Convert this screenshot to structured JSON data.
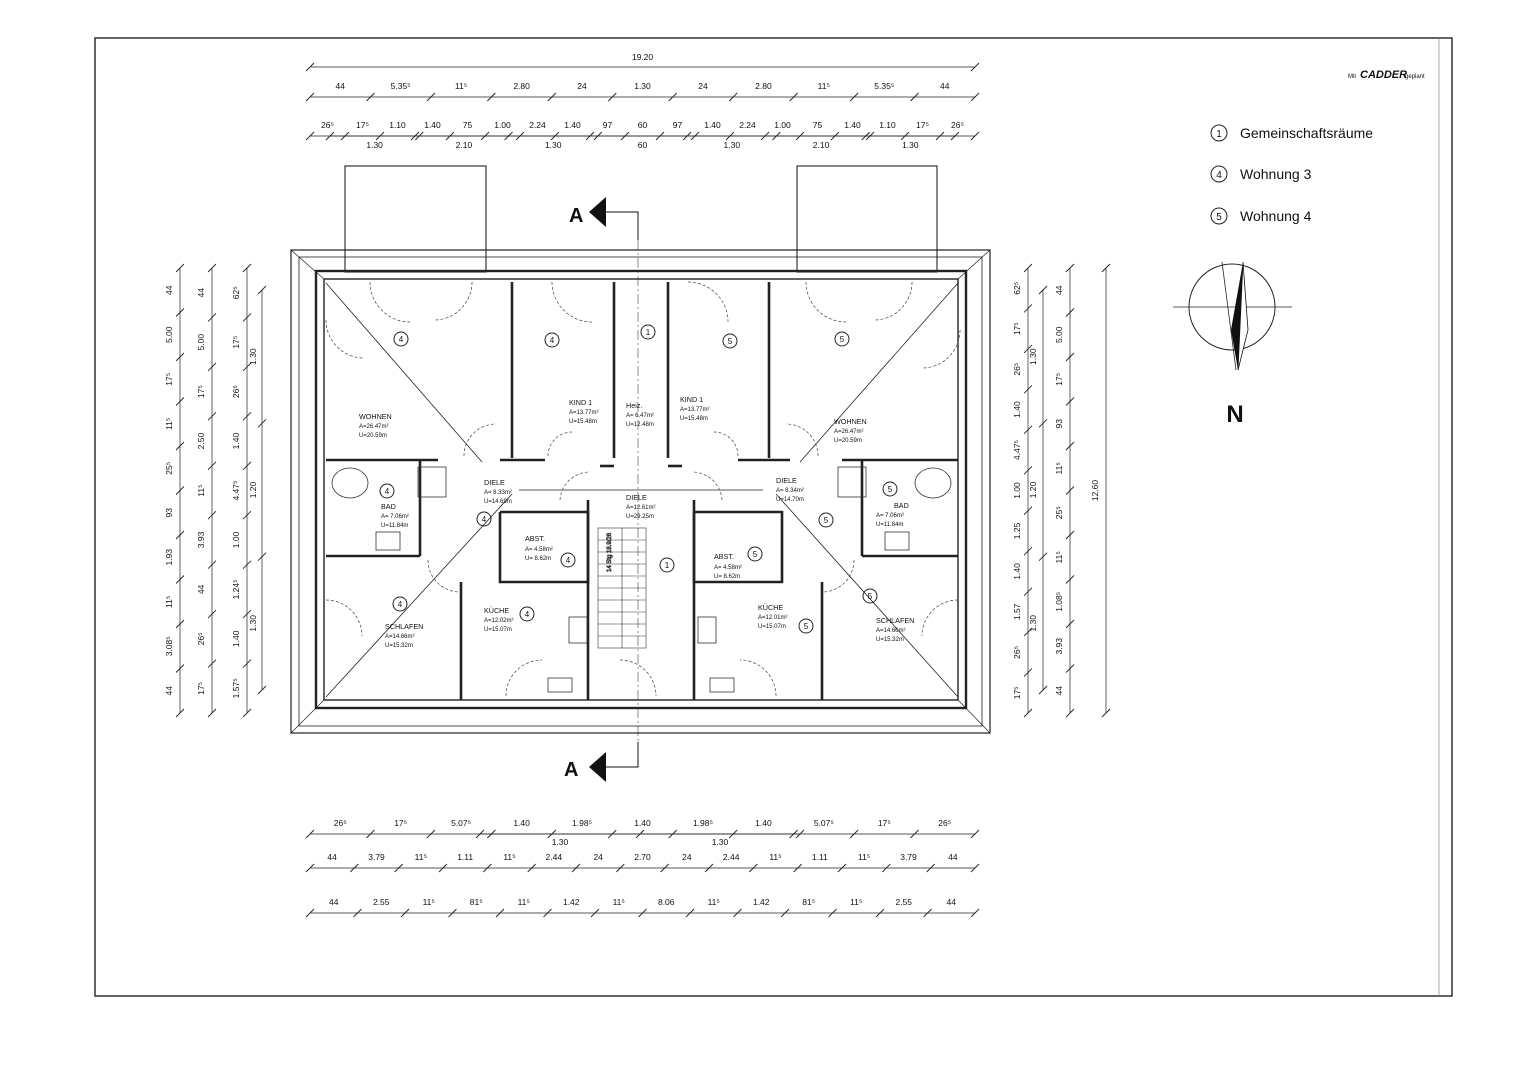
{
  "logo": {
    "prefix": "Mit",
    "brand": "CADDER",
    "suffix": "geplant"
  },
  "legend": [
    {
      "num": "1",
      "label": "Gemeinschaftsräume"
    },
    {
      "num": "4",
      "label": "Wohnung 3"
    },
    {
      "num": "5",
      "label": "Wohnung 4"
    }
  ],
  "north": "N",
  "section_label": "A",
  "top_dims": {
    "overall": "19.20",
    "row1": [
      "44",
      "5.35⁵",
      "11⁵",
      "2.80",
      "24",
      "1.30",
      "24",
      "2.80",
      "11⁵",
      "5.35⁵",
      "44"
    ],
    "row2a": [
      "26⁵",
      "17⁵",
      "1.10",
      "1.40",
      "75",
      "1.00",
      "2.24",
      "1.40",
      "97",
      "60",
      "97",
      "1.40",
      "2.24",
      "1.00",
      "75",
      "1.40",
      "1.10",
      "17⁵",
      "26⁵"
    ],
    "row2b": [
      "1.30",
      "2.10",
      "1.30",
      "60",
      "1.30",
      "2.10",
      "1.30"
    ]
  },
  "bottom_dims": {
    "row1a": [
      "26⁵",
      "17⁵",
      "5.07⁵",
      "1.40",
      "1.98⁵",
      "1.40",
      "1.98⁵",
      "1.40",
      "5.07⁵",
      "17⁵",
      "26⁵"
    ],
    "row1b": [
      "1.30",
      "1.30"
    ],
    "row2": [
      "44",
      "3.79",
      "11⁵",
      "1.11",
      "11⁵",
      "2.44",
      "24",
      "2.70",
      "24",
      "2.44",
      "11⁵",
      "1.11",
      "11⁵",
      "3.79",
      "44"
    ],
    "row3": [
      "44",
      "2.55",
      "11⁵",
      "81⁵",
      "11⁵",
      "1.42",
      "11⁵",
      "8.06",
      "11⁵",
      "1.42",
      "81⁵",
      "11⁵",
      "2.55",
      "44"
    ]
  },
  "left_dims": {
    "col1": [
      "44",
      "5.00",
      "17⁵",
      "11⁵",
      "25⁵",
      "93",
      "1.93",
      "11⁵",
      "3.08⁵",
      "44"
    ],
    "col2": [
      "44",
      "5.00",
      "17⁵",
      "2.50",
      "11⁵",
      "3.93",
      "44",
      "26⁵",
      "17⁵"
    ],
    "col3": [
      "62⁵",
      "17⁵",
      "26⁵",
      "1.40",
      "4.47⁵",
      "1.00",
      "1.24⁵",
      "1.40",
      "1.57⁵"
    ],
    "col4": [
      "1.30",
      "1.20",
      "1.30"
    ]
  },
  "right_dims": {
    "col1": [
      "62⁵",
      "17⁵",
      "26⁵",
      "1.40",
      "4.47⁵",
      "1.00",
      "1.25",
      "1.40",
      "1.57",
      "26⁵",
      "17⁵"
    ],
    "col2": [
      "1.30",
      "1.20",
      "1.30"
    ],
    "col3": [
      "44",
      "5.00",
      "17⁵",
      "93",
      "11⁵",
      "25⁵",
      "11⁵",
      "1.08⁵",
      "3.93",
      "44"
    ],
    "col4": [
      "12.60"
    ]
  },
  "rooms": {
    "wohnen_l": {
      "name": "WOHNEN",
      "a": "A=26.47m²",
      "u": "U=20.59m"
    },
    "kind_l": {
      "name": "KIND 1",
      "a": "A=13.77m²",
      "u": "U=15.48m"
    },
    "heiz": {
      "name": "Heiz.",
      "a": "A= 6.47m²",
      "u": "U=12.48m"
    },
    "kind_r": {
      "name": "KIND 1",
      "a": "A=13.77m²",
      "u": "U=15.48m"
    },
    "wohnen_r": {
      "name": "WOHNEN",
      "a": "A=26.47m²",
      "u": "U=20.59m"
    },
    "bad_l": {
      "name": "BAD",
      "a": "A= 7.06m²",
      "u": "U=11.84m"
    },
    "diele_l": {
      "name": "DIELE",
      "a": "A= 8.33m²",
      "u": "U=14.69m"
    },
    "diele_c": {
      "name": "DIELE",
      "a": "A=12.61m²",
      "u": "U=29.25m"
    },
    "diele_r": {
      "name": "DIELE",
      "a": "A= 8.34m²",
      "u": "U=14.70m"
    },
    "bad_r": {
      "name": "BAD",
      "a": "A= 7.06m²",
      "u": "U=11.84m"
    },
    "abst_l": {
      "name": "ABST.",
      "a": "A= 4.58m²",
      "u": "U= 8.62m"
    },
    "abst_r": {
      "name": "ABST.",
      "a": "A= 4.58m²",
      "u": "U= 8.62m"
    },
    "kueche_l": {
      "name": "KÜCHE",
      "a": "A=12.02m²",
      "u": "U=15.07m"
    },
    "kueche_r": {
      "name": "KÜCHE",
      "a": "A=12.01m²",
      "u": "U=15.07m"
    },
    "schlafen_l": {
      "name": "SCHLAFEN",
      "a": "A=14.66m²",
      "u": "U=15.32m"
    },
    "schlafen_r": {
      "name": "SCHLAFEN",
      "a": "A=14.66m²",
      "u": "U=15.32m"
    }
  },
  "stair_note": "14 Stg 18.9/26"
}
